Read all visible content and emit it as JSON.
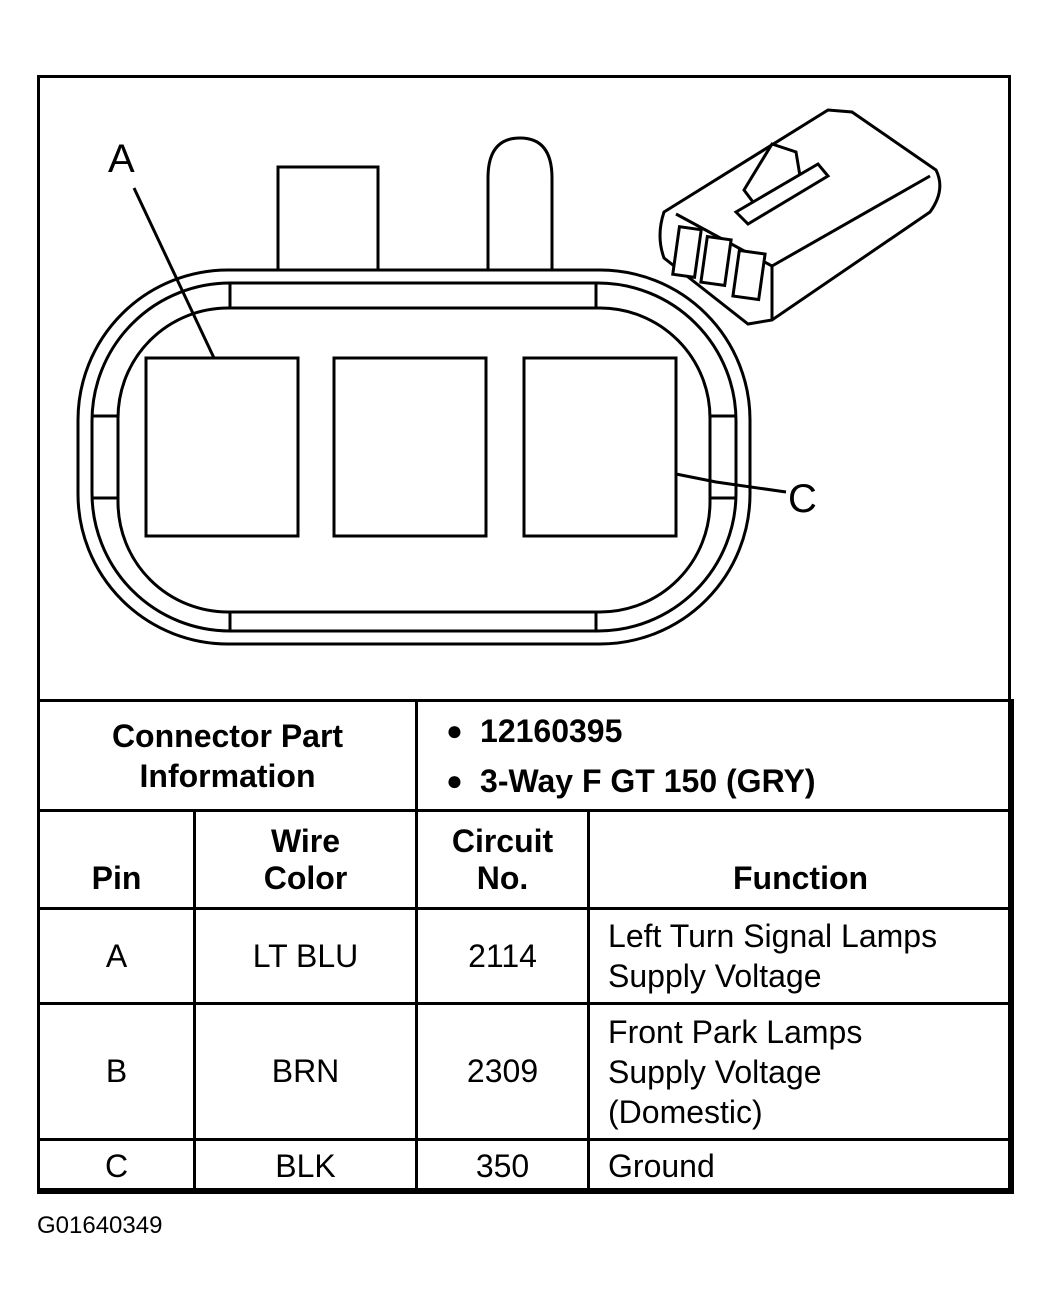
{
  "diagram": {
    "callout_a": "A",
    "callout_c": "C"
  },
  "connector_part": {
    "title_line1": "Connector Part",
    "title_line2": "Information",
    "items": [
      "12160395",
      "3-Way F GT 150 (GRY)"
    ]
  },
  "table": {
    "headers": {
      "pin": "Pin",
      "wire_color_line1": "Wire",
      "wire_color_line2": "Color",
      "circuit_line1": "Circuit",
      "circuit_line2": "No.",
      "function": "Function"
    },
    "rows": [
      {
        "pin": "A",
        "wire_color": "LT BLU",
        "circuit": "2114",
        "function_lines": [
          "Left Turn Signal Lamps",
          "Supply Voltage"
        ]
      },
      {
        "pin": "B",
        "wire_color": "BRN",
        "circuit": "2309",
        "function_lines": [
          "Front Park Lamps",
          "Supply Voltage",
          "(Domestic)"
        ]
      },
      {
        "pin": "C",
        "wire_color": "BLK",
        "circuit": "350",
        "function_lines": [
          "Ground"
        ]
      }
    ]
  },
  "figure_id": "G01640349"
}
